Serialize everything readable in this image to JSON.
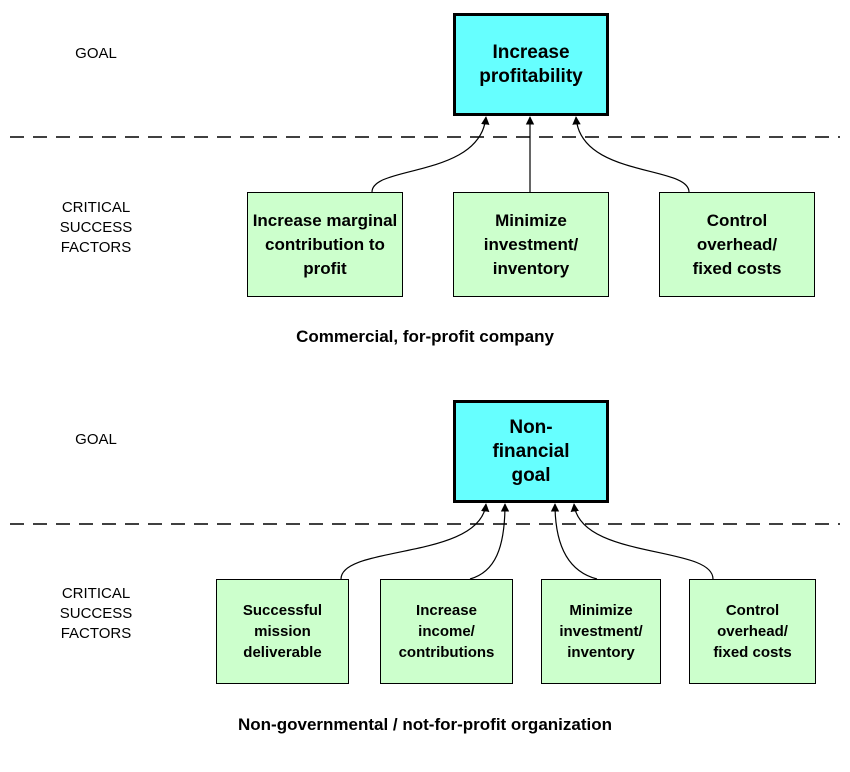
{
  "colors": {
    "goal_fill": "#66ffff",
    "csf_fill": "#ccffcc",
    "stroke": "#000000"
  },
  "top": {
    "goal_label": "GOAL",
    "csf_label": "CRITICAL\nSUCCESS\nFACTORS",
    "goal": "Increase profitability",
    "factors": [
      "Increase marginal contribution to profit",
      "Minimize investment/ inventory",
      "Control overhead/ fixed costs"
    ],
    "caption": "Commercial, for-profit company"
  },
  "bottom": {
    "goal_label": "GOAL",
    "csf_label": "CRITICAL\nSUCCESS\nFACTORS",
    "goal": "Non-financial goal",
    "factors": [
      "Successful mission deliverable",
      "Increase income/ contributions",
      "Minimize investment/ inventory",
      "Control overhead/ fixed costs"
    ],
    "caption": "Non-governmental / not-for-profit organization"
  }
}
